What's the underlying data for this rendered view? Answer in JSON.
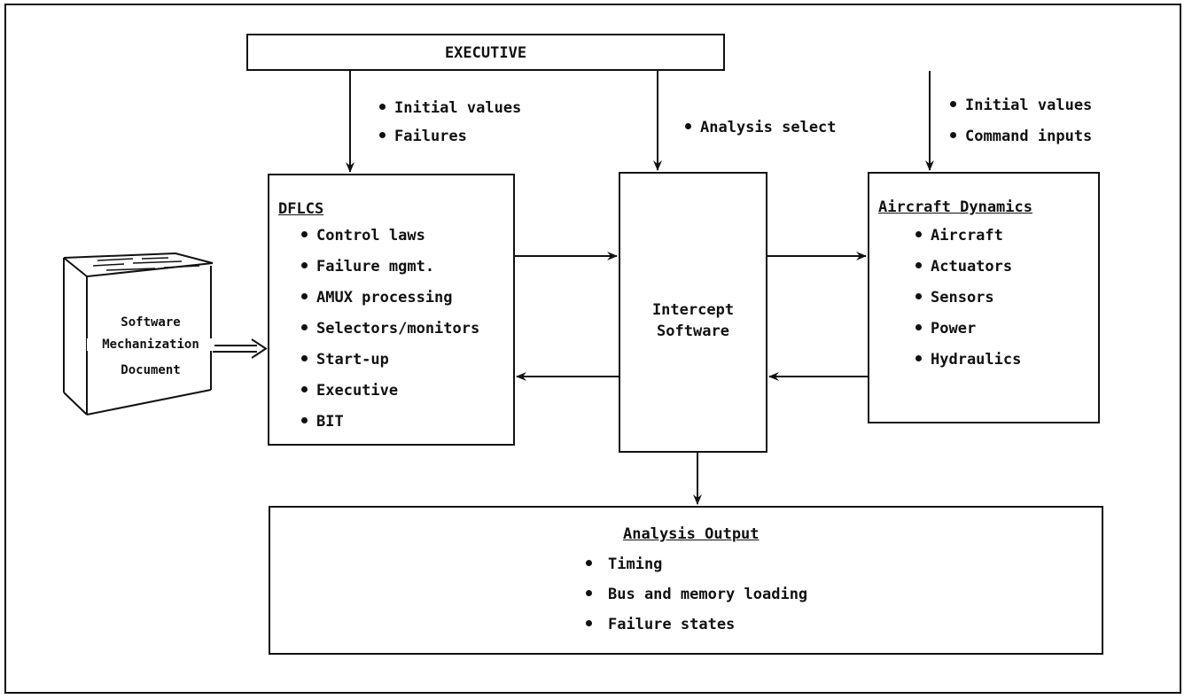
{
  "executive": {
    "label": "EXECUTIVE"
  },
  "inputs": {
    "left": [
      "Initial values",
      "Failures"
    ],
    "center": [
      "Analysis select"
    ],
    "right": [
      "Initial values",
      "Command inputs"
    ]
  },
  "dflcs": {
    "title": "DFLCS",
    "items": [
      "Control laws",
      "Failure mgmt.",
      "AMUX processing",
      "Selectors/monitors",
      "Start-up",
      "Executive",
      "BIT"
    ]
  },
  "intercept": {
    "line1": "Intercept",
    "line2": "Software"
  },
  "aircraft": {
    "title": "Aircraft Dynamics",
    "items": [
      "Aircraft",
      "Actuators",
      "Sensors",
      "Power",
      "Hydraulics"
    ]
  },
  "document": {
    "line1": "Software",
    "line2": "Mechanization",
    "line3": "Document"
  },
  "output": {
    "title": "Analysis Output",
    "items": [
      "Timing",
      "Bus and memory loading",
      "Failure states"
    ]
  }
}
